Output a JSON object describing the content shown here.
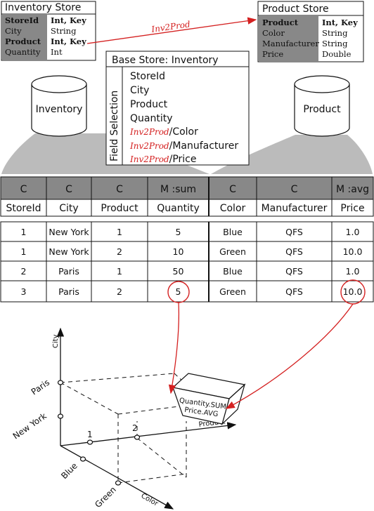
{
  "inventory_store": {
    "title": "Inventory Store",
    "rows": [
      {
        "name": "StoreId",
        "type": "Int, Key"
      },
      {
        "name": "City",
        "type": "String"
      },
      {
        "name": "Product",
        "type": "Int, Key"
      },
      {
        "name": "Quantity",
        "type": "Int"
      }
    ]
  },
  "product_store": {
    "title": "Product Store",
    "rows": [
      {
        "name": "Product",
        "type": "Int, Key"
      },
      {
        "name": "Color",
        "type": "String"
      },
      {
        "name": "Manufacturer",
        "type": "String"
      },
      {
        "name": "Price",
        "type": "Double"
      }
    ]
  },
  "link_label": "Inv2Prod",
  "base_store": {
    "title": "Base Store: Inventory",
    "side_label": "Field Selection",
    "fields": [
      {
        "prefix": "",
        "name": "StoreId"
      },
      {
        "prefix": "",
        "name": "City"
      },
      {
        "prefix": "",
        "name": "Product"
      },
      {
        "prefix": "",
        "name": "Quantity"
      },
      {
        "prefix": "Inv2Prod",
        "name": "/Color"
      },
      {
        "prefix": "Inv2Prod",
        "name": "/Manufacturer"
      },
      {
        "prefix": "Inv2Prod",
        "name": "/Price"
      }
    ]
  },
  "cylinders": {
    "left": "Inventory",
    "right": "Product"
  },
  "table": {
    "roles": [
      "C",
      "C",
      "C",
      "M :sum",
      "C",
      "C",
      "M :avg"
    ],
    "headers": [
      "StoreId",
      "City",
      "Product",
      "Quantity",
      "Color",
      "Manufacturer",
      "Price"
    ],
    "rows": [
      [
        "1",
        "New York",
        "1",
        "5",
        "Blue",
        "QFS",
        "1.0"
      ],
      [
        "1",
        "New York",
        "2",
        "10",
        "Green",
        "QFS",
        "10.0"
      ],
      [
        "2",
        "Paris",
        "1",
        "50",
        "Blue",
        "QFS",
        "1.0"
      ],
      [
        "3",
        "Paris",
        "2",
        "5",
        "Green",
        "QFS",
        "10.0"
      ]
    ]
  },
  "cube": {
    "axes": {
      "city": "City",
      "product": "Product",
      "color": "Color"
    },
    "city_ticks": [
      "Paris",
      "New York"
    ],
    "product_ticks": [
      "1",
      "2"
    ],
    "color_ticks": [
      "Blue",
      "Green"
    ],
    "cell_lines": [
      "Quantity.SUM",
      "Price.AVG"
    ]
  },
  "colors": {
    "header_fill": "#888888",
    "accent": "#d42020",
    "shadow": "#bbbbbb"
  }
}
